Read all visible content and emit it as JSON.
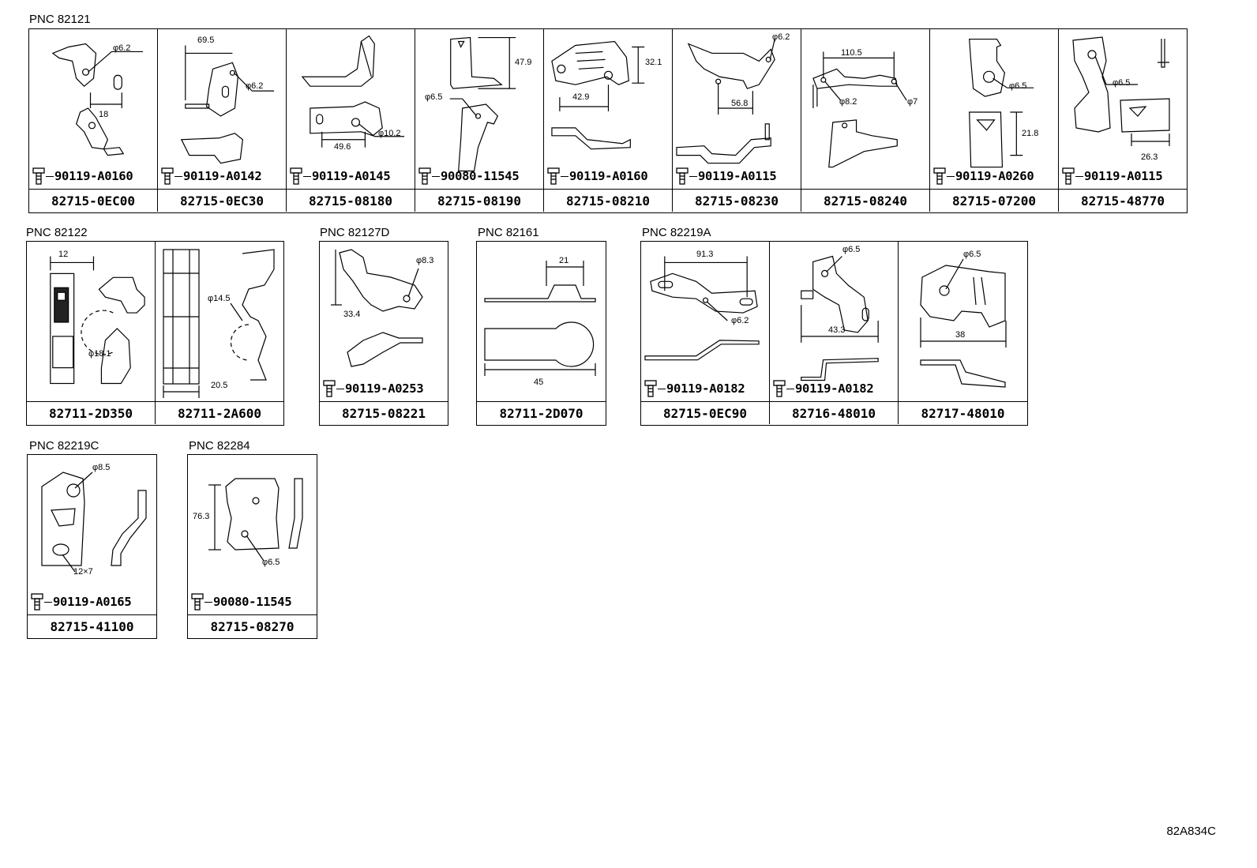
{
  "diagram_code": "82A834C",
  "groups": [
    {
      "pnc": "PNC 82121",
      "cells": [
        {
          "bolt": "90119-A0160",
          "part": "82715-0EC00",
          "dims": [
            "φ6.2",
            "18"
          ]
        },
        {
          "bolt": "90119-A0142",
          "part": "82715-0EC30",
          "dims": [
            "69.5",
            "φ6.2"
          ]
        },
        {
          "bolt": "90119-A0145",
          "part": "82715-08180",
          "dims": [
            "φ10.2",
            "49.6"
          ]
        },
        {
          "bolt": "90080-11545",
          "part": "82715-08190",
          "dims": [
            "47.9",
            "φ6.5"
          ]
        },
        {
          "bolt": "90119-A0160",
          "part": "82715-08210",
          "dims": [
            "32.1",
            "42.9"
          ]
        },
        {
          "bolt": "90119-A0115",
          "part": "82715-08230",
          "dims": [
            "φ6.2",
            "56.8"
          ]
        },
        {
          "bolt": "",
          "part": "82715-08240",
          "dims": [
            "110.5",
            "φ8.2",
            "φ7"
          ]
        },
        {
          "bolt": "90119-A0260",
          "part": "82715-07200",
          "dims": [
            "φ6.5",
            "21.8"
          ]
        },
        {
          "bolt": "90119-A0115",
          "part": "82715-48770",
          "dims": [
            "φ6.5",
            "26.3"
          ]
        }
      ]
    },
    {
      "pnc": "PNC 82122",
      "cells": [
        {
          "bolt": "",
          "part": "82711-2D350",
          "dims": [
            "12",
            "φ18.1"
          ]
        },
        {
          "bolt": "",
          "part": "82711-2A600",
          "dims": [
            "φ14.5",
            "20.5"
          ]
        }
      ]
    },
    {
      "pnc": "PNC 82127D",
      "cells": [
        {
          "bolt": "90119-A0253",
          "part": "82715-08221",
          "dims": [
            "φ8.3",
            "33.4"
          ]
        }
      ]
    },
    {
      "pnc": "PNC 82161",
      "cells": [
        {
          "bolt": "",
          "part": "82711-2D070",
          "dims": [
            "21",
            "45"
          ]
        }
      ]
    },
    {
      "pnc": "PNC 82219A",
      "cells": [
        {
          "bolt": "90119-A0182",
          "part": "82715-0EC90",
          "dims": [
            "91.3",
            "φ6.2"
          ]
        },
        {
          "bolt": "90119-A0182",
          "part": "82716-48010",
          "dims": [
            "φ6.5",
            "43.3"
          ]
        },
        {
          "bolt": "",
          "part": "82717-48010",
          "dims": [
            "φ6.5",
            "38"
          ]
        }
      ]
    },
    {
      "pnc": "PNC 82219C",
      "cells": [
        {
          "bolt": "90119-A0165",
          "part": "82715-41100",
          "dims": [
            "φ8.5",
            "12×7"
          ]
        }
      ]
    },
    {
      "pnc": "PNC 82284",
      "cells": [
        {
          "bolt": "90080-11545",
          "part": "82715-08270",
          "dims": [
            "76.3",
            "φ6.5"
          ]
        }
      ]
    }
  ]
}
